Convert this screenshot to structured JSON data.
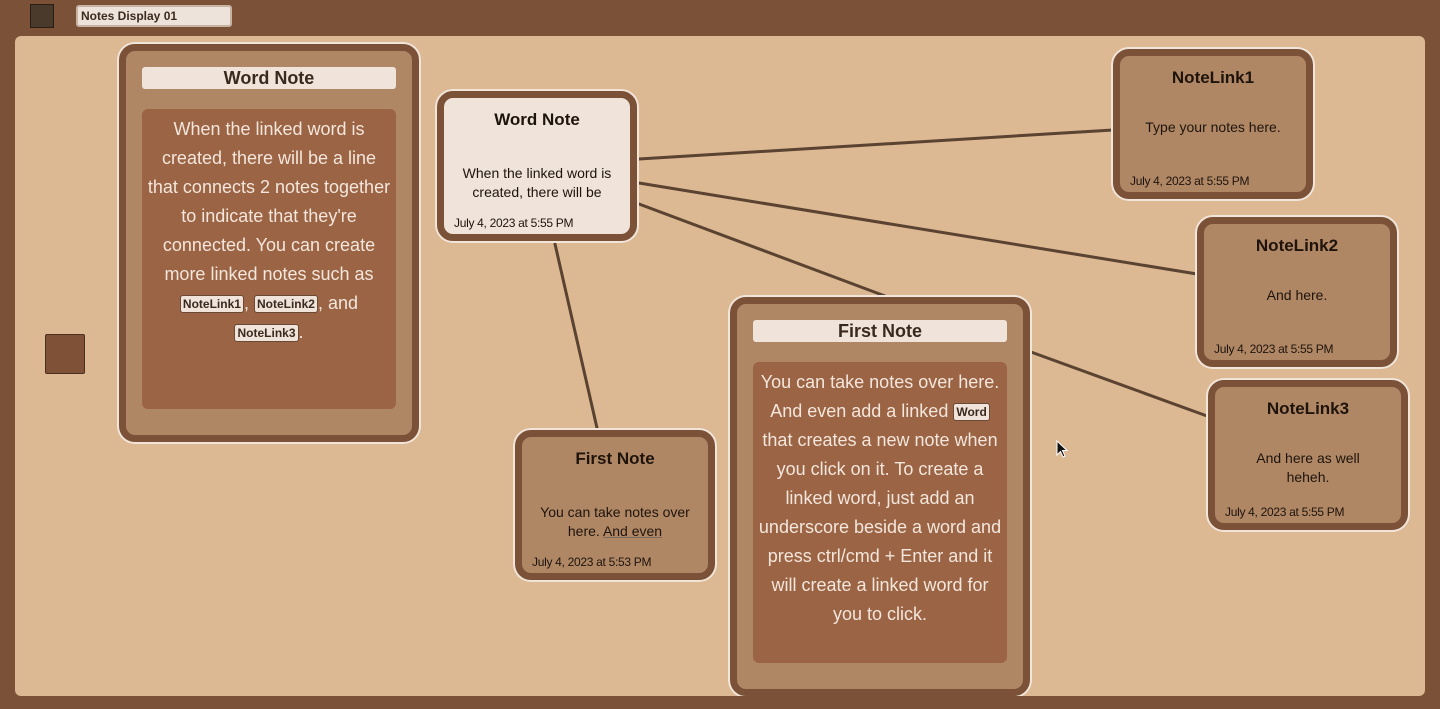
{
  "toolbar": {
    "title_value": "Notes Display 01"
  },
  "expanded_notes": {
    "word": {
      "title": "Word Note",
      "body_text": "When the linked word is created, there will be a line that connects 2 notes together to indicate that they're connected. You can create more linked notes such as",
      "links": [
        "NoteLink1",
        "NoteLink2",
        "NoteLink3"
      ],
      "sep1": ",",
      "sep2": ",",
      "and_text": "and",
      "end": "."
    },
    "first": {
      "title": "First Note",
      "body_before": "You can take notes over here. And even add a linked",
      "link_word": "Word",
      "body_after": "that creates a new note when you click on it. To create a linked word, just add an underscore beside a word and press ctrl/cmd + Enter and it will create a linked word for you to click."
    }
  },
  "notes": {
    "word_note": {
      "title": "Word Note",
      "body": "When the linked word is created, there will be",
      "date": "July 4, 2023 at 5:55 PM"
    },
    "first_note": {
      "title": "First Note",
      "body_a": "You can take notes over here.",
      "body_b": "And even",
      "date": "July 4, 2023 at 5:53 PM"
    },
    "note_link1": {
      "title": "NoteLink1",
      "body": "Type your notes here.",
      "date": "July 4, 2023 at 5:55 PM"
    },
    "note_link2": {
      "title": "NoteLink2",
      "body": "And here.",
      "date": "July 4, 2023 at 5:55 PM"
    },
    "note_link3": {
      "title": "NoteLink3",
      "body": "And here as well heheh.",
      "date": "July 4, 2023 at 5:55 PM"
    }
  },
  "colors": {
    "frame": "#7b5238",
    "canvas": "#dcb893",
    "note_fill": "#b08765",
    "note_body": "#9b6444",
    "link_line": "#5a4330"
  }
}
